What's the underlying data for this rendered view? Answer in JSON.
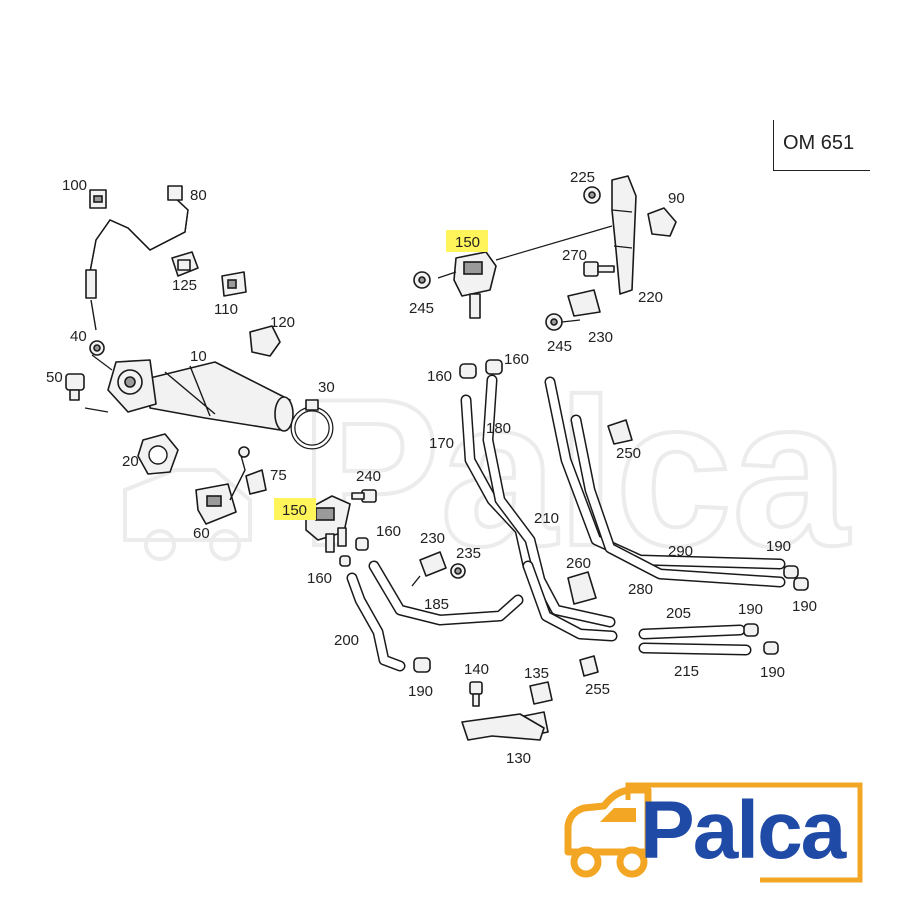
{
  "engine_code": "OM 651",
  "brand": "Palca",
  "watermark": "Palca",
  "highlight_color": "#fff45a",
  "logo_blue": "#1f4aa6",
  "logo_orange": "#f2a623",
  "callouts": {
    "p10": "10",
    "p20": "20",
    "p30": "30",
    "p40": "40",
    "p50": "50",
    "p60": "60",
    "p75": "75",
    "p80": "80",
    "p90": "90",
    "p100": "100",
    "p110": "110",
    "p120": "120",
    "p125": "125",
    "p130": "130",
    "p135": "135",
    "p140": "140",
    "p150a": "150",
    "p150b": "150",
    "p160a": "160",
    "p160b": "160",
    "p160c": "160",
    "p160d": "160",
    "p170": "170",
    "p180": "180",
    "p185": "185",
    "p190a": "190",
    "p190b": "190",
    "p190c": "190",
    "p190d": "190",
    "p190e": "190",
    "p200": "200",
    "p205": "205",
    "p210": "210",
    "p215": "215",
    "p220": "220",
    "p225": "225",
    "p230a": "230",
    "p230b": "230",
    "p235": "235",
    "p240": "240",
    "p245a": "245",
    "p245b": "245",
    "p250": "250",
    "p255": "255",
    "p260": "260",
    "p270": "270",
    "p280": "280",
    "p290": "290"
  }
}
